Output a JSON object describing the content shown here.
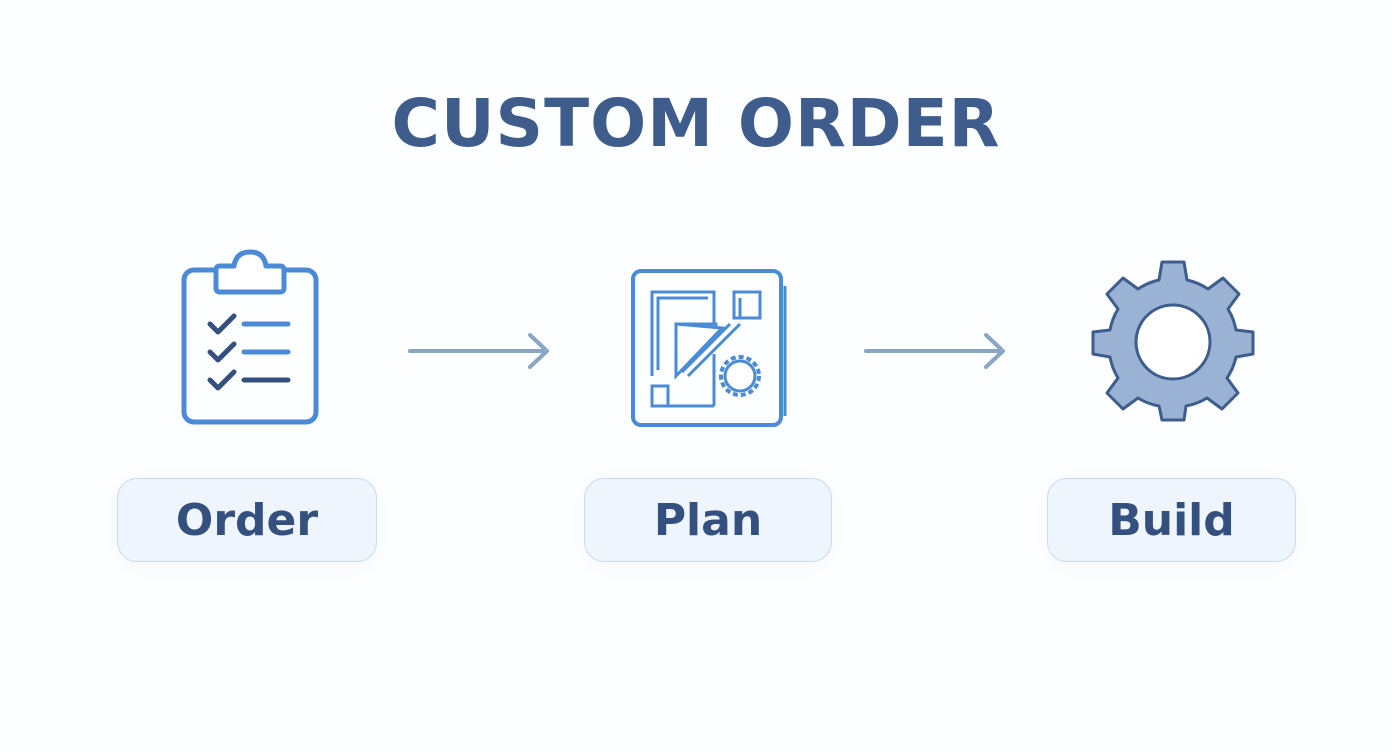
{
  "title": "CUSTOM ORDER",
  "steps": [
    {
      "label": "Order",
      "icon": "clipboard-checklist-icon"
    },
    {
      "label": "Plan",
      "icon": "blueprint-plan-icon"
    },
    {
      "label": "Build",
      "icon": "gear-icon"
    }
  ],
  "colors": {
    "title": "#3e5c8c",
    "label_text": "#34507e",
    "label_bg": "#eef5fc",
    "label_border": "#c6dcef",
    "icon_blue": "#4a8ad6",
    "arrow": "#8aa6c4",
    "gear_fill": "#9ab3d4",
    "gear_stroke": "#3e5c8c"
  }
}
